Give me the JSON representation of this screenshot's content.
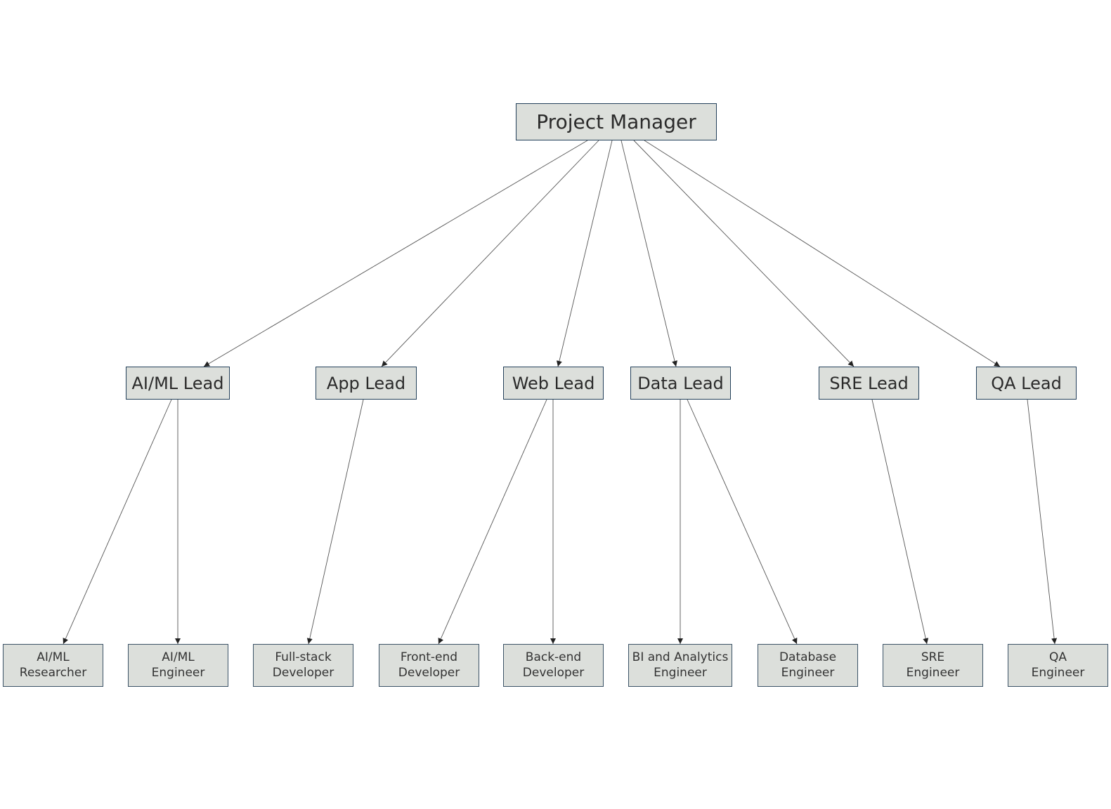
{
  "diagram": {
    "root": {
      "id": "pm",
      "label": "Project Manager"
    },
    "leads": [
      {
        "id": "aiml",
        "label": "AI/ML Lead"
      },
      {
        "id": "app",
        "label": "App Lead"
      },
      {
        "id": "web",
        "label": "Web Lead"
      },
      {
        "id": "data",
        "label": "Data Lead"
      },
      {
        "id": "sre",
        "label": "SRE Lead"
      },
      {
        "id": "qa",
        "label": "QA Lead"
      }
    ],
    "roles": [
      {
        "id": "r1",
        "parent": "aiml",
        "lines": [
          "AI/ML",
          "Researcher"
        ]
      },
      {
        "id": "r2",
        "parent": "aiml",
        "lines": [
          "AI/ML",
          "Engineer"
        ]
      },
      {
        "id": "r3",
        "parent": "app",
        "lines": [
          "Full-stack",
          "Developer"
        ]
      },
      {
        "id": "r4",
        "parent": "web",
        "lines": [
          "Front-end",
          "Developer"
        ]
      },
      {
        "id": "r5",
        "parent": "web",
        "lines": [
          "Back-end",
          "Developer"
        ]
      },
      {
        "id": "r6",
        "parent": "data",
        "lines": [
          "BI and Analytics",
          "Engineer"
        ]
      },
      {
        "id": "r7",
        "parent": "data",
        "lines": [
          "Database",
          "Engineer"
        ]
      },
      {
        "id": "r8",
        "parent": "sre",
        "lines": [
          "SRE",
          "Engineer"
        ]
      },
      {
        "id": "r9",
        "parent": "qa",
        "lines": [
          "QA",
          "Engineer"
        ]
      }
    ]
  }
}
